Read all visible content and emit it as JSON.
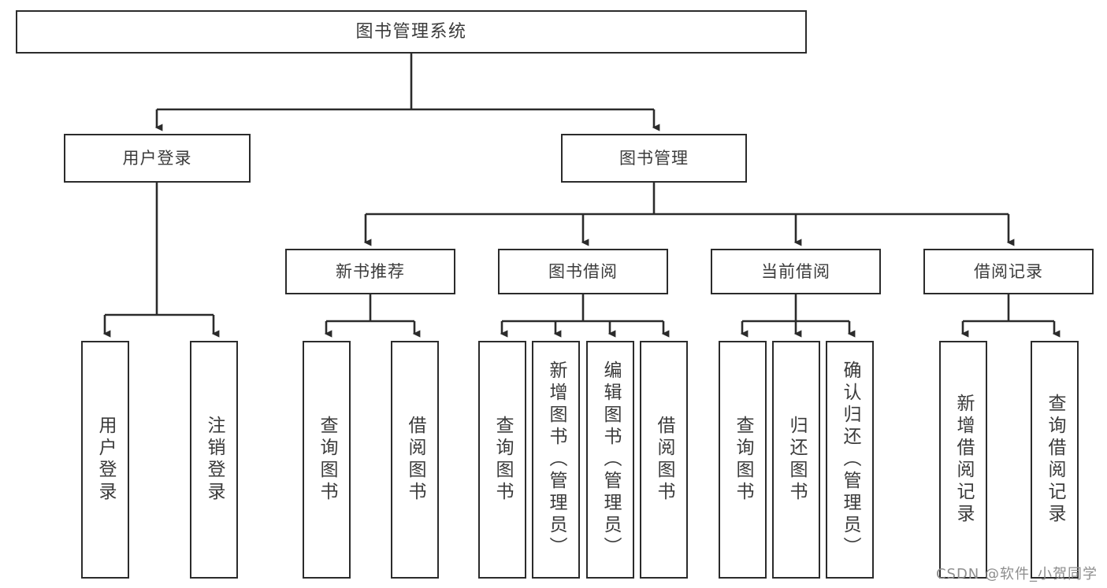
{
  "diagram": {
    "type": "tree-hierarchy-chart",
    "title": "图书管理系统",
    "accent_color": "#2b2b2b",
    "text_color": "#3b3b3b",
    "background": "#ffffff",
    "root": {
      "label": "图书管理系统"
    },
    "level2": [
      {
        "label": "用户登录"
      },
      {
        "label": "图书管理"
      }
    ],
    "level3": [
      {
        "label": "新书推荐"
      },
      {
        "label": "图书借阅"
      },
      {
        "label": "当前借阅"
      },
      {
        "label": "借阅记录"
      }
    ],
    "leaves": {
      "user_login": [
        {
          "label": "用户登录"
        },
        {
          "label": "注销登录"
        }
      ],
      "new_book": [
        {
          "label": "查询图书"
        },
        {
          "label": "借阅图书"
        }
      ],
      "book_borrow": [
        {
          "label": "查询图书"
        },
        {
          "label": "新增图书（管理员）"
        },
        {
          "label": "编辑图书（管理员）"
        },
        {
          "label": "借阅图书"
        }
      ],
      "current_borrow": [
        {
          "label": "查询图书"
        },
        {
          "label": "归还图书"
        },
        {
          "label": "确认归还（管理员）"
        }
      ],
      "borrow_record": [
        {
          "label": "新增借阅记录"
        },
        {
          "label": "查询借阅记录"
        }
      ]
    }
  },
  "watermark": {
    "text": "CSDN @软件_小贺同学"
  }
}
